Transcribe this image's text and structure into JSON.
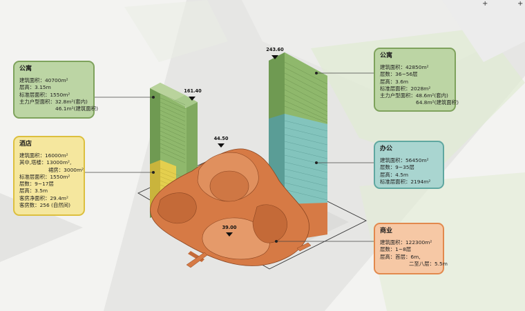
{
  "cards": {
    "apartment_left": {
      "title": "公寓",
      "lines": [
        "建筑面积：40700m²",
        "层高：3.15m",
        "标准层面积：1550m²",
        "主力户型面积：32.8m²(套内)"
      ],
      "line5": "46.1m²(建筑面积)"
    },
    "hotel": {
      "title": "酒店",
      "lines": [
        "建筑面积：16000m²",
        "其中,塔楼：13000m²,"
      ],
      "line3": "裙房：3000m²",
      "lines2": [
        "标准层面积：1550m²",
        "层数：9~17层",
        "层高：3.5m",
        "客房净面积：29.4m²",
        "客房数：256 (自然间)"
      ]
    },
    "apartment_right": {
      "title": "公寓",
      "lines": [
        "建筑面积：42850m²",
        "层数：36~56层",
        "层高：3.6m",
        "标准层面积：2028m²",
        "主力户型面积：48.6m²(套内)"
      ],
      "line6": "64.8m²(建筑面积)"
    },
    "office": {
      "title": "办公",
      "lines": [
        "建筑面积：56450m²",
        "层数：9~35层",
        "层高：4.5m",
        "标准层面积：2194m²"
      ]
    },
    "commerce": {
      "title": "商业",
      "lines": [
        "建筑面积：122300m²",
        "层数：1~8层",
        "层高：首层：6m,"
      ],
      "line4": "二至八层：5.5m"
    }
  },
  "elevations": {
    "left_tower": "161.40",
    "podium_top": "44.50",
    "right_tower": "243.60",
    "podium_low": "39.00"
  },
  "marks": {
    "plus": "+"
  },
  "colors": {
    "apartment": "#8fb86c",
    "hotel": "#e4cf4e",
    "office": "#83c4bd",
    "commerce": "#d67a45"
  }
}
